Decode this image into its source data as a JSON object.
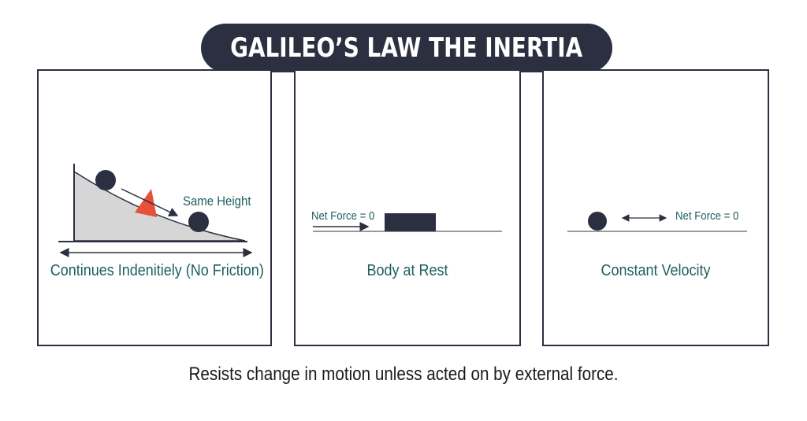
{
  "title": "GALILEO’S LAW THE INERTIA",
  "panels": [
    {
      "caption": "Continues Indenitiely (No Friction)",
      "label": "Same Height"
    },
    {
      "caption": "Body at Rest",
      "label": "Net Force = 0"
    },
    {
      "caption": "Constant Velocity",
      "label": "Net Force = 0"
    }
  ],
  "footer": "Resists change in motion unless acted on by external force.",
  "colors": {
    "dark": "#2b2f3f",
    "accent_red": "#e8503a",
    "teal_text": "#1f5e5e",
    "slope_fill": "#d6d6d6",
    "ground_line": "#9a9a9a"
  }
}
